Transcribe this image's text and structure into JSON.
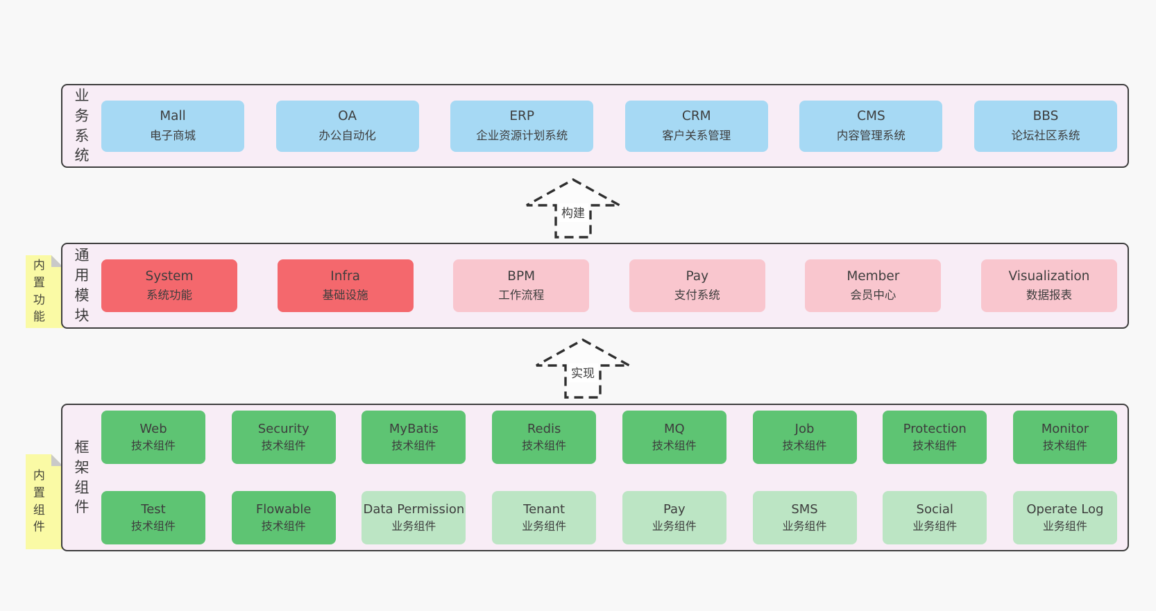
{
  "colors": {
    "page_background": "#f8f8f8",
    "panel_background": "#f8edf6",
    "panel_border": "#3d3d3d",
    "blue_box": "#a6d9f4",
    "red_box": "#f4686d",
    "pink_box": "#f9c6ce",
    "green_box": "#5ec473",
    "light_green_box": "#bce5c4",
    "sticky_note": "#fafaa5",
    "note_fold": "#c9c9c9",
    "text": "#3d3d3d"
  },
  "arrows": [
    {
      "label": "构建"
    },
    {
      "label": "实现"
    }
  ],
  "panels": [
    {
      "label": "业务系统",
      "boxes": [
        {
          "title": "Mall",
          "subtitle": "电子商城",
          "variant": "blue"
        },
        {
          "title": "OA",
          "subtitle": "办公自动化",
          "variant": "blue"
        },
        {
          "title": "ERP",
          "subtitle": "企业资源计划系统",
          "variant": "blue"
        },
        {
          "title": "CRM",
          "subtitle": "客户关系管理",
          "variant": "blue"
        },
        {
          "title": "CMS",
          "subtitle": "内容管理系统",
          "variant": "blue"
        },
        {
          "title": "BBS",
          "subtitle": "论坛社区系统",
          "variant": "blue"
        }
      ]
    },
    {
      "label": "通用模块",
      "note": "内置功能",
      "boxes": [
        {
          "title": "System",
          "subtitle": "系统功能",
          "variant": "red"
        },
        {
          "title": "Infra",
          "subtitle": "基础设施",
          "variant": "red"
        },
        {
          "title": "BPM",
          "subtitle": "工作流程",
          "variant": "pink"
        },
        {
          "title": "Pay",
          "subtitle": "支付系统",
          "variant": "pink"
        },
        {
          "title": "Member",
          "subtitle": "会员中心",
          "variant": "pink"
        },
        {
          "title": "Visualization",
          "subtitle": "数据报表",
          "variant": "pink"
        }
      ]
    },
    {
      "label": "框架组件",
      "note": "内置组件",
      "rows": [
        [
          {
            "title": "Web",
            "subtitle": "技术组件",
            "variant": "green"
          },
          {
            "title": "Security",
            "subtitle": "技术组件",
            "variant": "green"
          },
          {
            "title": "MyBatis",
            "subtitle": "技术组件",
            "variant": "green"
          },
          {
            "title": "Redis",
            "subtitle": "技术组件",
            "variant": "green"
          },
          {
            "title": "MQ",
            "subtitle": "技术组件",
            "variant": "green"
          },
          {
            "title": "Job",
            "subtitle": "技术组件",
            "variant": "green"
          },
          {
            "title": "Protection",
            "subtitle": "技术组件",
            "variant": "green"
          },
          {
            "title": "Monitor",
            "subtitle": "技术组件",
            "variant": "green"
          }
        ],
        [
          {
            "title": "Test",
            "subtitle": "技术组件",
            "variant": "green"
          },
          {
            "title": "Flowable",
            "subtitle": "技术组件",
            "variant": "green"
          },
          {
            "title": "Data Permission",
            "subtitle": "业务组件",
            "variant": "lightgreen"
          },
          {
            "title": "Tenant",
            "subtitle": "业务组件",
            "variant": "lightgreen"
          },
          {
            "title": "Pay",
            "subtitle": "业务组件",
            "variant": "lightgreen"
          },
          {
            "title": "SMS",
            "subtitle": "业务组件",
            "variant": "lightgreen"
          },
          {
            "title": "Social",
            "subtitle": "业务组件",
            "variant": "lightgreen"
          },
          {
            "title": "Operate Log",
            "subtitle": "业务组件",
            "variant": "lightgreen"
          }
        ]
      ]
    }
  ]
}
